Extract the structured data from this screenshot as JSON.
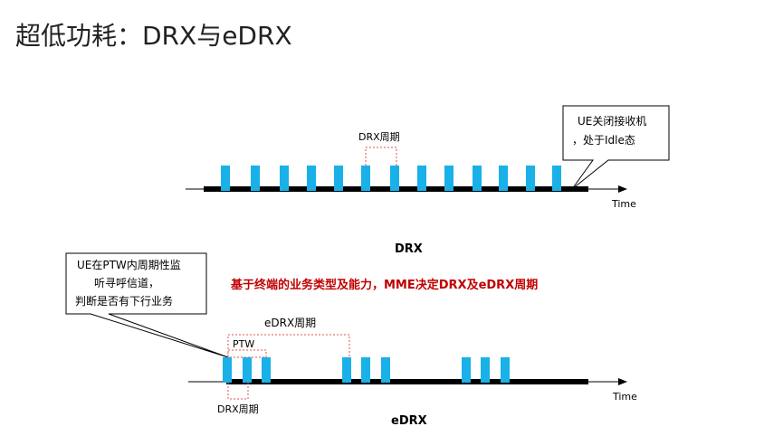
{
  "title": "超低功耗：DRX与eDRX",
  "drx": {
    "section_label": "DRX",
    "period_label": "DRX周期",
    "time_label": "Time",
    "callout_line1": "UE关闭接收机",
    "callout_line2": "，处于Idle态",
    "pulse_count": 13
  },
  "middle_note": "基于终端的业务类型及能力，MME决定DRX及eDRX周期",
  "edrx": {
    "section_label": "eDRX",
    "period_label": "eDRX周期",
    "ptw_label": "PTW",
    "drx_period_label": "DRX周期",
    "time_label": "Time",
    "callout_line1": "UE在PTW内周期性监",
    "callout_line2": "听寻呼信道，",
    "callout_line3": "判断是否有下行业务",
    "groups": 3,
    "pulses_per_group": 3
  },
  "colors": {
    "pulse": "#1ab0e8",
    "baseline": "#000000",
    "dashed": "#e05050",
    "note": "#c00000"
  }
}
